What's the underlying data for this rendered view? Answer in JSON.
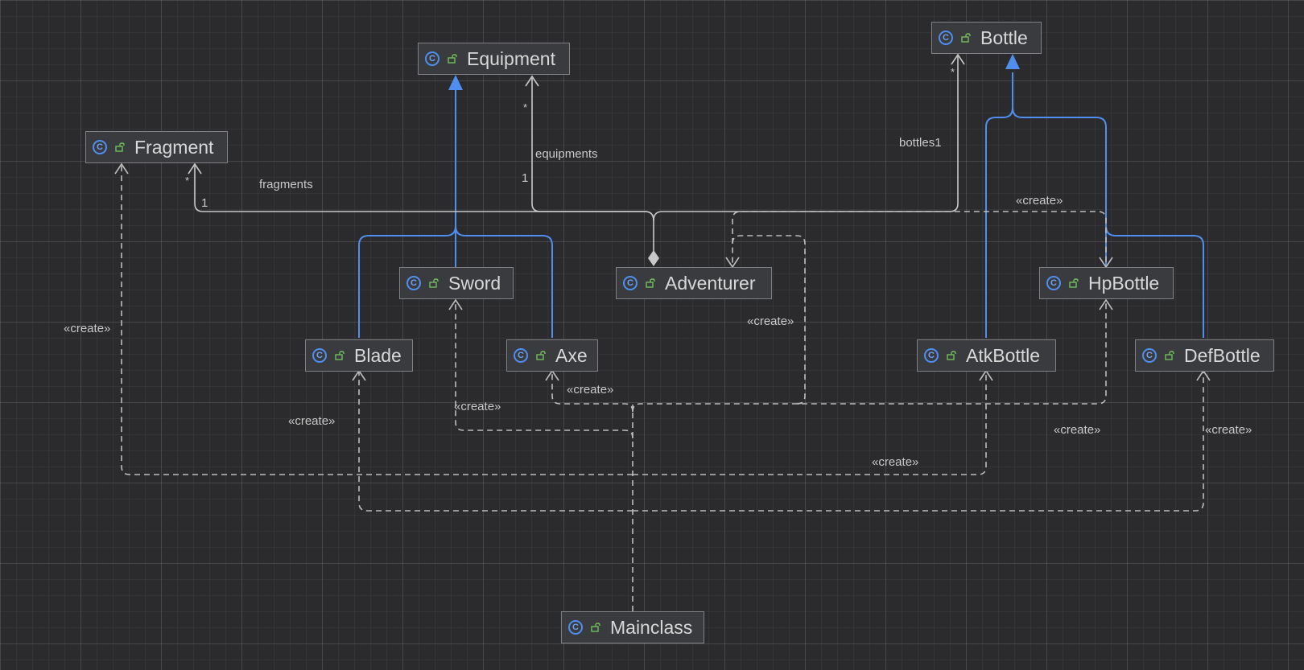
{
  "classes": {
    "equipment": "Equipment",
    "bottle": "Bottle",
    "fragment": "Fragment",
    "sword": "Sword",
    "adventurer": "Adventurer",
    "hpbottle": "HpBottle",
    "blade": "Blade",
    "axe": "Axe",
    "atkbottle": "AtkBottle",
    "defbottle": "DefBottle",
    "mainclass": "Mainclass"
  },
  "labels": {
    "fragments": "fragments",
    "equipments": "equipments",
    "bottles": "bottles1",
    "mult_star": "*",
    "mult_one": "1",
    "create": "«create»"
  },
  "icons": {
    "class": "class-c-icon",
    "visibility": "public-lock-icon"
  },
  "colors": {
    "background": "#2b2b2d",
    "node_fill": "#3a3b3e",
    "node_border": "#7f8185",
    "inheritance": "#4f8ff0",
    "association": "#c8c8c8",
    "dependency": "#bdbdbd"
  }
}
